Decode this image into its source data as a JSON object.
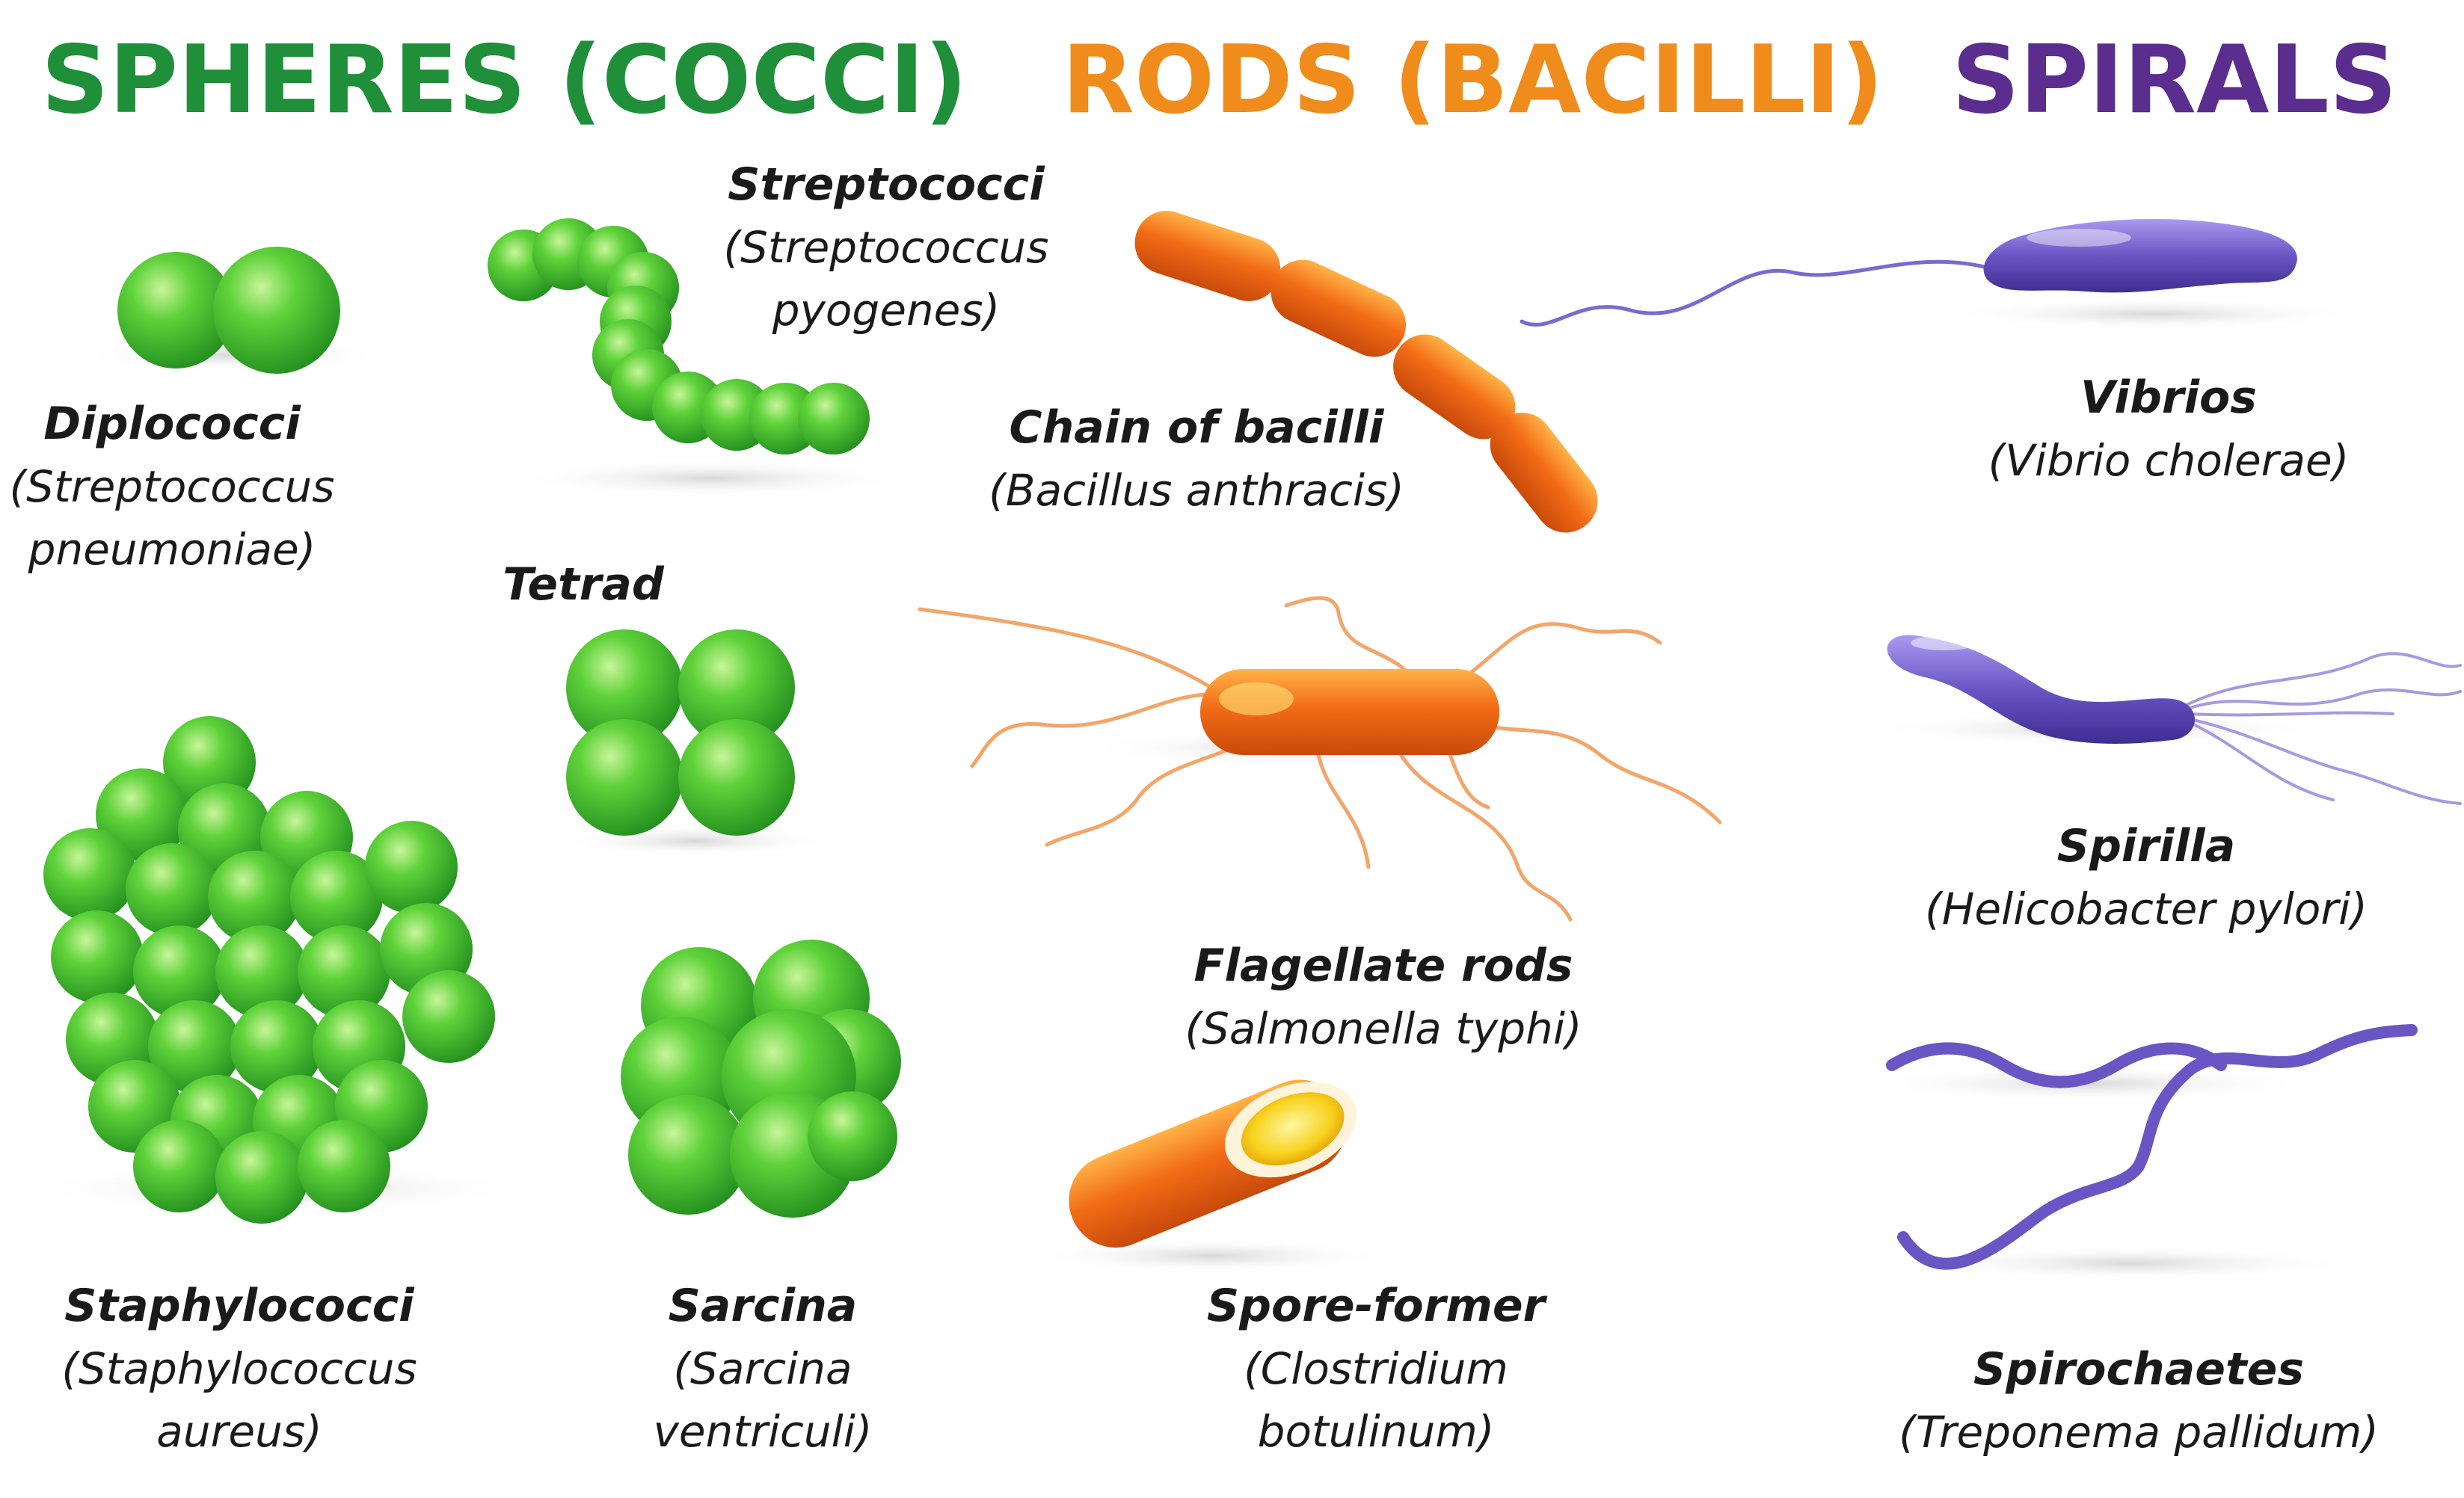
{
  "headings": {
    "spheres": "SPHERES (COCCI)",
    "rods": "RODS (BACILLI)",
    "spirals": "SPIRALS"
  },
  "colors": {
    "spheres": "#1f8f3a",
    "rods": "#f08c1c",
    "spirals": "#5b2d8e",
    "coccus_fill": "#3fba2a",
    "rod_fill": "#f0651a",
    "spiral_fill": "#6a55c4"
  },
  "organisms": {
    "diplococci": {
      "name": "Diplococci",
      "lines": [
        "(Streptococcus",
        "pneumoniae)"
      ]
    },
    "streptococci": {
      "name": "Streptococci",
      "lines": [
        "(Streptococcus",
        "pyogenes)"
      ]
    },
    "tetrad": {
      "name": "Tetrad"
    },
    "staphylococci": {
      "name": "Staphylococci",
      "lines": [
        "(Staphylococcus",
        "aureus)"
      ]
    },
    "sarcina": {
      "name": "Sarcina",
      "lines": [
        "(Sarcina",
        "ventriculi)"
      ]
    },
    "chain_of_bacilli": {
      "name": "Chain of bacilli",
      "lines": [
        "(Bacillus anthracis)"
      ]
    },
    "flagellate_rods": {
      "name": "Flagellate rods",
      "lines": [
        "(Salmonella typhi)"
      ]
    },
    "spore_former": {
      "name": "Spore-former",
      "lines": [
        "(Clostridium",
        "botulinum)"
      ]
    },
    "vibrios": {
      "name": "Vibrios",
      "lines": [
        "(Vibrio cholerae)"
      ]
    },
    "spirilla": {
      "name": "Spirilla",
      "lines": [
        "(Helicobacter pylori)"
      ]
    },
    "spirochaetes": {
      "name": "Spirochaetes",
      "lines": [
        "(Treponema pallidum)"
      ]
    }
  }
}
